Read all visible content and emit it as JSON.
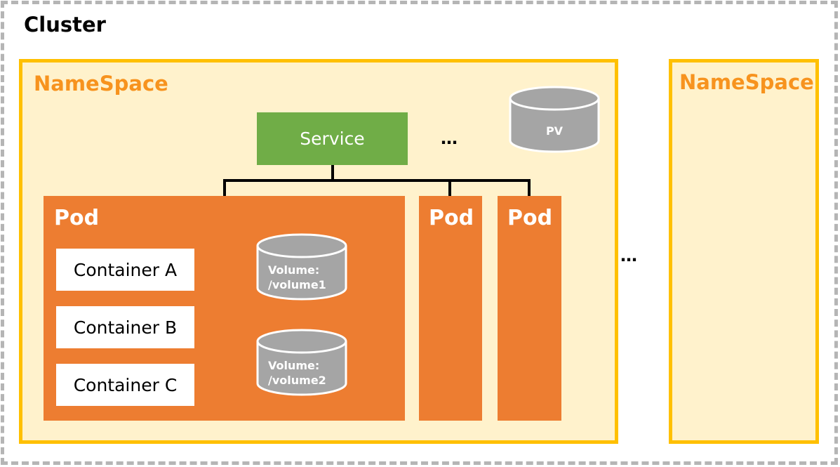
{
  "cluster": {
    "title": "Cluster"
  },
  "namespaces": [
    {
      "title": "NameSpace"
    },
    {
      "title": "NameSpace"
    }
  ],
  "service": {
    "label": "Service"
  },
  "pv": {
    "label": "PV"
  },
  "pods": [
    {
      "label": "Pod"
    },
    {
      "label": "Pod"
    },
    {
      "label": "Pod"
    }
  ],
  "containers": [
    {
      "label": "Container A"
    },
    {
      "label": "Container B"
    },
    {
      "label": "Container C"
    }
  ],
  "volumes": [
    {
      "line1": "Volume:",
      "line2": "/volume1"
    },
    {
      "line1": "Volume:",
      "line2": "/volume2"
    }
  ],
  "ellipses": [
    "…",
    "…"
  ],
  "colors": {
    "namespace_fill": "#fff2cc",
    "namespace_border": "#ffc000",
    "namespace_title": "#f7931e",
    "service": "#70ad47",
    "pod": "#ed7d31",
    "cylinder": "#a5a5a5"
  }
}
